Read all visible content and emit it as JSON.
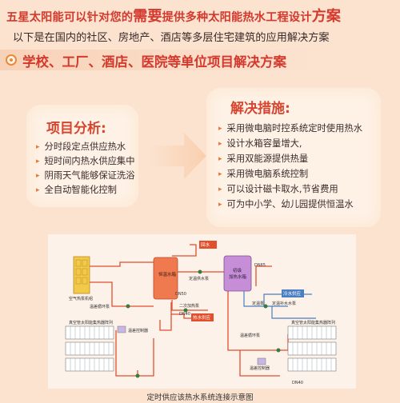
{
  "header": {
    "line1_part1": "五星太阳能可以针对您的",
    "line1_emph": "需要",
    "line1_part2": "提供多种太阳能热水工程设计",
    "line1_emph2": "方案",
    "line2": "以下是在国内的社区、房地产、酒店等多层住宅建筑的应用解决方案"
  },
  "banner": {
    "title": "学校、工厂、酒店、医院等单位项目解决方案"
  },
  "analysis": {
    "title": "项目分析:",
    "items": [
      "分时段定点供应热水",
      "短时间内热水供应集中",
      "阴雨天气能够保证洗浴",
      "全自动智能化控制"
    ]
  },
  "solution": {
    "title": "解决措施:",
    "items": [
      "采用微电脑时控系统定时使用热水",
      "设计水箱容量增大,",
      "采用双能源提供热量",
      "采用微电脑系统控制",
      "可以设计磁卡取水,节省费用",
      "可为中小学、幼儿园提供恒温水"
    ]
  },
  "diagram": {
    "tank1": "恒温水箱",
    "tank2": "初级\n加热水箱",
    "labels": {
      "air_pump": "空气热泵机组",
      "backwater": "回水",
      "dn50": "DN50",
      "dn40": "DN40",
      "dn65": "DN65",
      "dn40b": "DN40",
      "const_supply": "定温供水泵",
      "secondary_pump": "二次加热泵",
      "heat_supply": "热水供应",
      "temp_circ": "温差循环泵",
      "collector1": "真空管太阳能集热器阵列",
      "controller1": "温差控制器",
      "cold_supply": "冷水供应",
      "const_level": "定温补水水泵",
      "const_pump": "定温泵",
      "collector2": "真空管太阳能集热器阵列",
      "temp_circ2": "温差循环泵",
      "controller2": "温差控制器"
    },
    "colors": {
      "hot": "#e0502d",
      "cold": "#4a7fc1",
      "tank_hot": "#f07a4f",
      "tank_violet": "#c78ed8"
    }
  },
  "caption": "定时供应该热水系统连接示意图"
}
